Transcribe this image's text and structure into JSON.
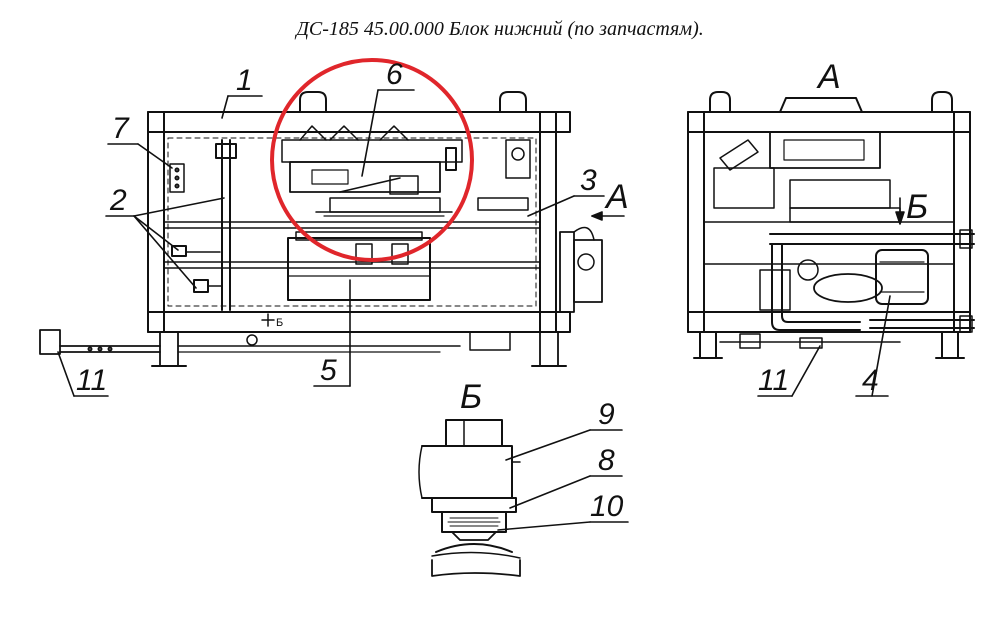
{
  "title": "ДС-185 45.00.000 Блок нижний (по запчастям).",
  "callouts": [
    "1",
    "2",
    "3",
    "4",
    "5",
    "6",
    "7",
    "8",
    "9",
    "10",
    "11",
    "11"
  ],
  "views": [
    "А",
    "А",
    "Б",
    "Б"
  ],
  "section_mark": "Б",
  "highlight_color": "#e0262b",
  "line_color": "#111111"
}
